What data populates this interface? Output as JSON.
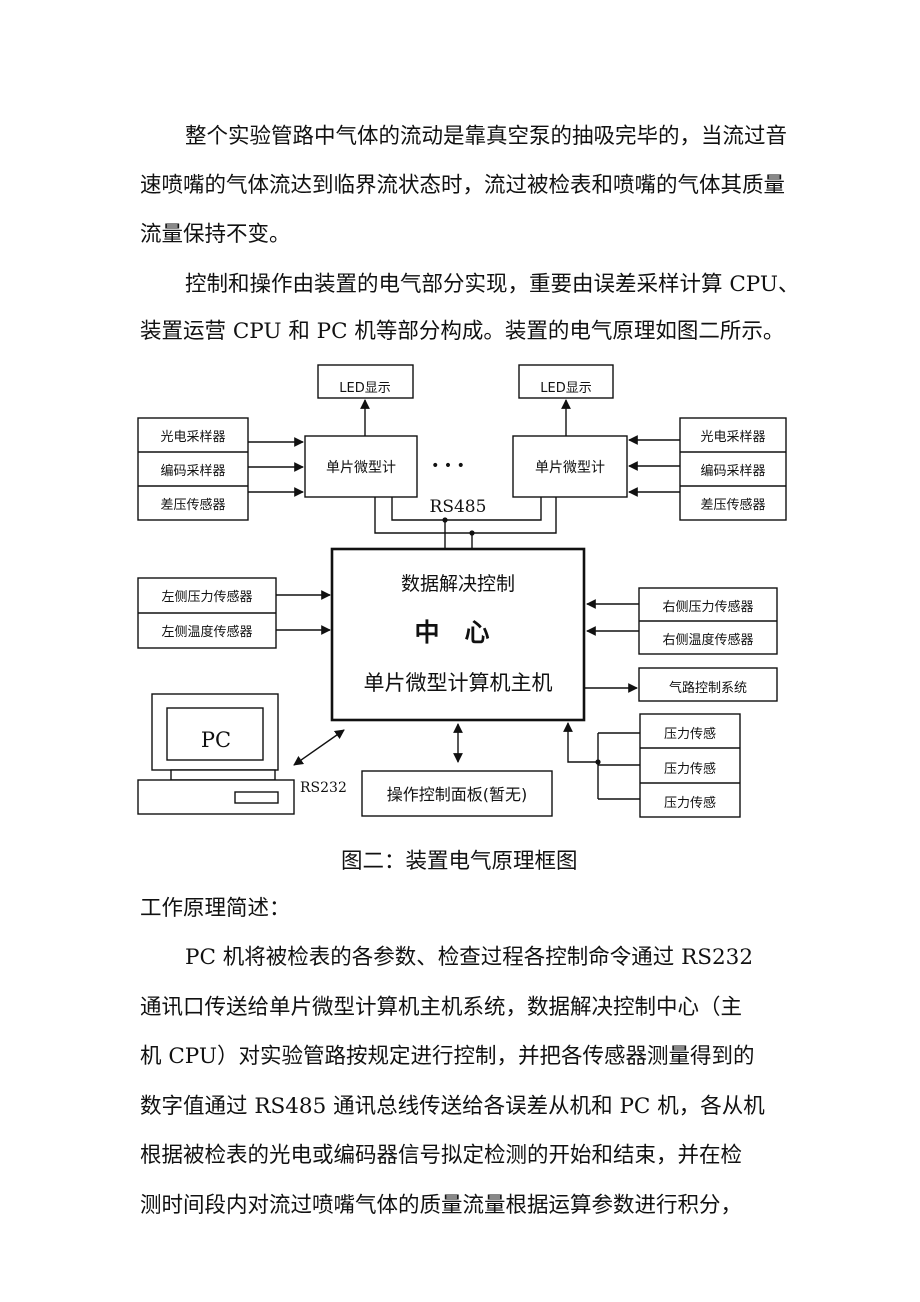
{
  "intro": {
    "p1": [
      "整个实验管路中气体的流动是靠真空泵的抽吸完毕的，当流过音",
      "速喷嘴的气体流达到临界流状态时，流过被检表和喷嘴的气体其质量",
      "流量保持不变。"
    ],
    "p2": [
      "控制和操作由装置的电气部分实现，重要由误差采样计算 CPU、",
      "装置运营 CPU 和 PC 机等部分构成。装置的电气原理如图二所示。"
    ]
  },
  "diagram": {
    "led_left": "LED显示",
    "led_right": "LED显示",
    "mcu_left": "单片微型计",
    "mcu_right": "单片微型计",
    "ellipsis": "• • •",
    "bus_label": "RS485",
    "sensors_left": [
      "光电采样器",
      "编码采样器",
      "差压传感器"
    ],
    "sensors_right": [
      "光电采样器",
      "编码采样器",
      "差压传感器"
    ],
    "center_line1": "数据解决控制",
    "center_line2": "中　心",
    "center_line3": "单片微型计算机主机",
    "left_sensors": [
      "左侧压力传感器",
      "左侧温度传感器"
    ],
    "right_sensors": [
      "右侧压力传感器",
      "右侧温度传感器"
    ],
    "gas_control": "气路控制系统",
    "pressure_sensors": [
      "压力传感",
      "压力传感",
      "压力传感"
    ],
    "pc_label": "PC",
    "rs232_label": "RS232",
    "panel_label": "操作控制面板(暂无)"
  },
  "caption": "图二：装置电气原理框图",
  "section_title": "工作原理简述：",
  "body": [
    "PC 机将被检表的各参数、检查过程各控制命令通过 RS232",
    "通讯口传送给单片微型计算机主机系统，数据解决控制中心（主",
    "机 CPU）对实验管路按规定进行控制，并把各传感器测量得到的",
    "数字值通过 RS485 通讯总线传送给各误差从机和 PC 机，各从机",
    "根据被检表的光电或编码器信号拟定检测的开始和结束，并在检",
    "测时间段内对流过喷嘴气体的质量流量根据运算参数进行积分，"
  ]
}
